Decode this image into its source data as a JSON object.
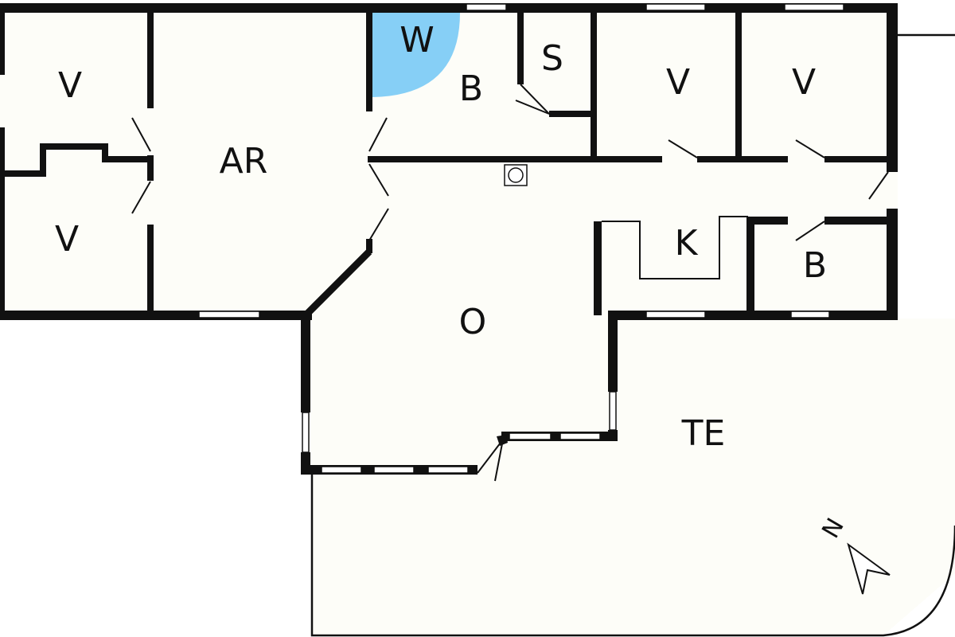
{
  "rooms": {
    "v_top_left": "V",
    "v_bottom_left": "V",
    "ar": "AR",
    "w": "W",
    "b_top": "B",
    "s": "S",
    "v_top_mid": "V",
    "v_top_right": "V",
    "k": "K",
    "b_right": "B",
    "o": "O",
    "te": "TE"
  },
  "compass": {
    "label": "N"
  },
  "colors": {
    "wall": "#111111",
    "floor": "#fdfdf8",
    "shower": "#86cff6"
  }
}
